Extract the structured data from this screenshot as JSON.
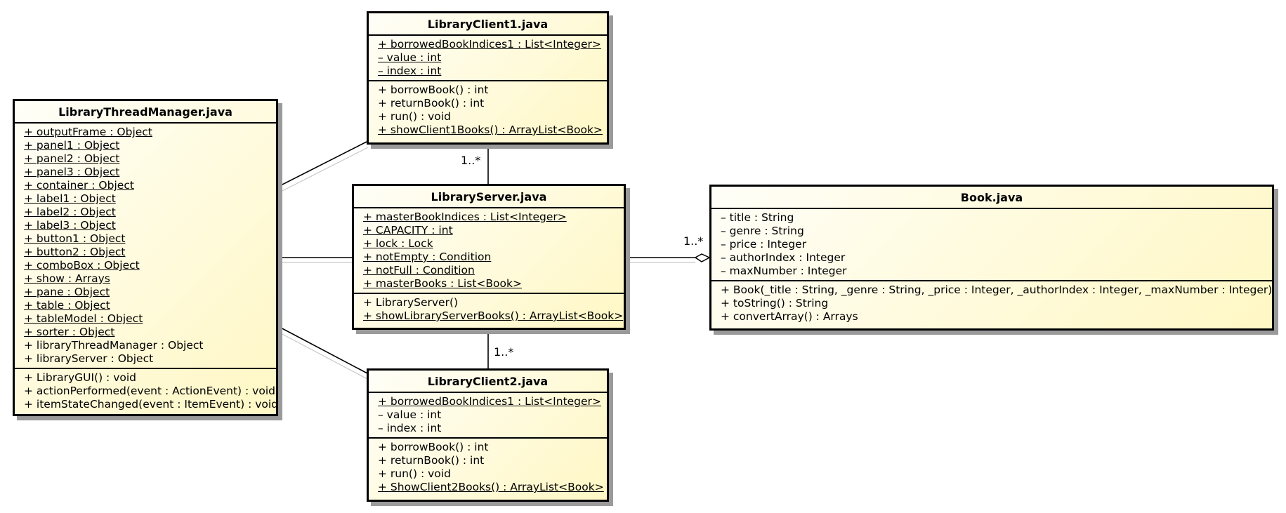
{
  "classes": {
    "library_thread_manager": {
      "name": "LibraryThreadManager.java",
      "attributes": [
        {
          "text": "+ outputFrame : Object",
          "static": true
        },
        {
          "text": "+ panel1 : Object",
          "static": true
        },
        {
          "text": "+ panel2 : Object",
          "static": true
        },
        {
          "text": "+ panel3 : Object",
          "static": true
        },
        {
          "text": "+ container : Object",
          "static": true
        },
        {
          "text": "+ label1 : Object",
          "static": true
        },
        {
          "text": "+ label2 : Object",
          "static": true
        },
        {
          "text": "+ label3 : Object",
          "static": true
        },
        {
          "text": "+ button1 : Object",
          "static": true
        },
        {
          "text": "+ button2 : Object",
          "static": true
        },
        {
          "text": "+ comboBox : Object",
          "static": true
        },
        {
          "text": "+ show : Arrays",
          "static": true
        },
        {
          "text": "+ pane : Object",
          "static": true
        },
        {
          "text": "+ table : Object",
          "static": true
        },
        {
          "text": "+ tableModel : Object",
          "static": true
        },
        {
          "text": "+ sorter : Object",
          "static": true
        },
        {
          "text": "+ libraryThreadManager : Object",
          "static": false
        },
        {
          "text": "+ libraryServer : Object",
          "static": false
        }
      ],
      "operations": [
        {
          "text": "+ LibraryGUI() : void",
          "static": false
        },
        {
          "text": "+ actionPerformed(event : ActionEvent) : void",
          "static": false
        },
        {
          "text": "+ itemStateChanged(event : ItemEvent) : void",
          "static": false
        }
      ]
    },
    "library_client1": {
      "name": "LibraryClient1.java",
      "attributes": [
        {
          "text": "+ borrowedBookIndices1 : List<Integer>",
          "static": true
        },
        {
          "text": "– value : int",
          "static": true
        },
        {
          "text": "– index : int",
          "static": true
        }
      ],
      "operations": [
        {
          "text": "+ borrowBook() : int",
          "static": false
        },
        {
          "text": "+ returnBook() : int",
          "static": false
        },
        {
          "text": "+ run() : void",
          "static": false
        },
        {
          "text": "+ showClient1Books() : ArrayList<Book>",
          "static": true
        }
      ]
    },
    "library_server": {
      "name": "LibraryServer.java",
      "attributes": [
        {
          "text": "+ masterBookIndices : List<Integer>",
          "static": true
        },
        {
          "text": "+ CAPACITY : int",
          "static": true
        },
        {
          "text": "+ lock : Lock",
          "static": true
        },
        {
          "text": "+ notEmpty : Condition",
          "static": true
        },
        {
          "text": "+ notFull : Condition",
          "static": true
        },
        {
          "text": "+ masterBooks : List<Book>",
          "static": true
        }
      ],
      "operations": [
        {
          "text": "+ LibraryServer()",
          "static": false
        },
        {
          "text": "+ showLibraryServerBooks() : ArrayList<Book>",
          "static": true
        }
      ]
    },
    "library_client2": {
      "name": "LibraryClient2.java",
      "attributes": [
        {
          "text": "+ borrowedBookIndices1 : List<Integer>",
          "static": true
        },
        {
          "text": "– value : int",
          "static": false
        },
        {
          "text": "– index : int",
          "static": false
        }
      ],
      "operations": [
        {
          "text": "+ borrowBook() : int",
          "static": false
        },
        {
          "text": "+ returnBook() : int",
          "static": false
        },
        {
          "text": "+ run() : void",
          "static": false
        },
        {
          "text": "+ ShowClient2Books() : ArrayList<Book>",
          "static": true
        }
      ]
    },
    "book": {
      "name": "Book.java",
      "attributes": [
        {
          "text": "– title : String",
          "static": false
        },
        {
          "text": "– genre : String",
          "static": false
        },
        {
          "text": "– price : Integer",
          "static": false
        },
        {
          "text": "– authorIndex : Integer",
          "static": false
        },
        {
          "text": "– maxNumber : Integer",
          "static": false
        }
      ],
      "operations": [
        {
          "text": "+ Book(_title : String, _genre : String, _price : Integer, _authorIndex : Integer, _maxNumber : Integer)",
          "static": false
        },
        {
          "text": "+ toString() : String",
          "static": false
        },
        {
          "text": "+ convertArray() : Arrays",
          "static": false
        }
      ]
    }
  },
  "multiplicities": {
    "client1_server": "1..*",
    "server_book": "1..*",
    "server_client2": "1..*"
  }
}
